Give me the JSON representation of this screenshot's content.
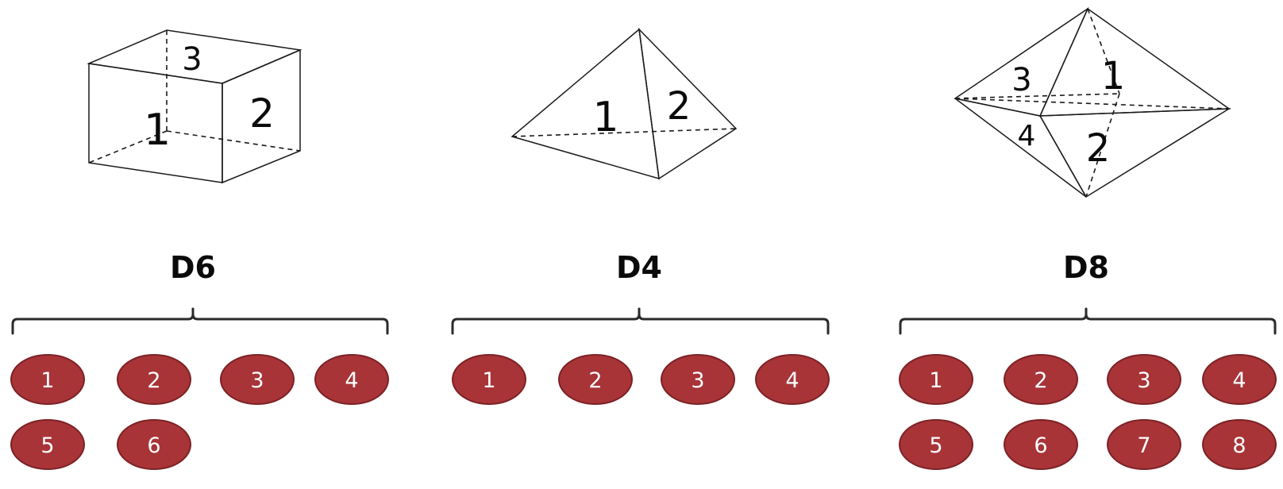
{
  "colors": {
    "face_light": "#adbbdb",
    "face_mid": "#6781bd",
    "face_dark": "#3a5ea6",
    "chip_fill": "#a83438",
    "chip_stroke": "#7c2226"
  },
  "dice": [
    {
      "id": "d6",
      "title": "D6",
      "shape": "cube",
      "face_labels": [
        "1",
        "2",
        "3"
      ],
      "outcomes": [
        "1",
        "2",
        "3",
        "4",
        "5",
        "6"
      ]
    },
    {
      "id": "d4",
      "title": "D4",
      "shape": "tetrahedron",
      "face_labels": [
        "1",
        "2"
      ],
      "outcomes": [
        "1",
        "2",
        "3",
        "4"
      ]
    },
    {
      "id": "d8",
      "title": "D8",
      "shape": "octahedron",
      "face_labels": [
        "3",
        "1",
        "4",
        "2"
      ],
      "outcomes": [
        "1",
        "2",
        "3",
        "4",
        "5",
        "6",
        "7",
        "8"
      ]
    }
  ]
}
